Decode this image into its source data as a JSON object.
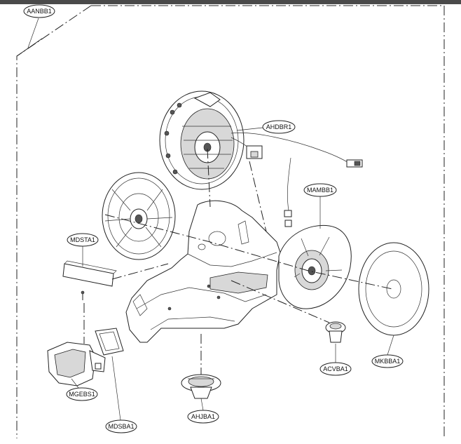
{
  "callouts": {
    "aanbb1": "AANBB1",
    "ahdbr1": "AHDBR1",
    "mambb1": "MAMBB1",
    "mdsta1": "MDSTA1",
    "mkbba1": "MKBBA1",
    "acvba1": "ACVBA1",
    "mgebs1": "MGEBS1",
    "mdsba1": "MDSBA1",
    "ahjba1": "AHJBA1"
  }
}
